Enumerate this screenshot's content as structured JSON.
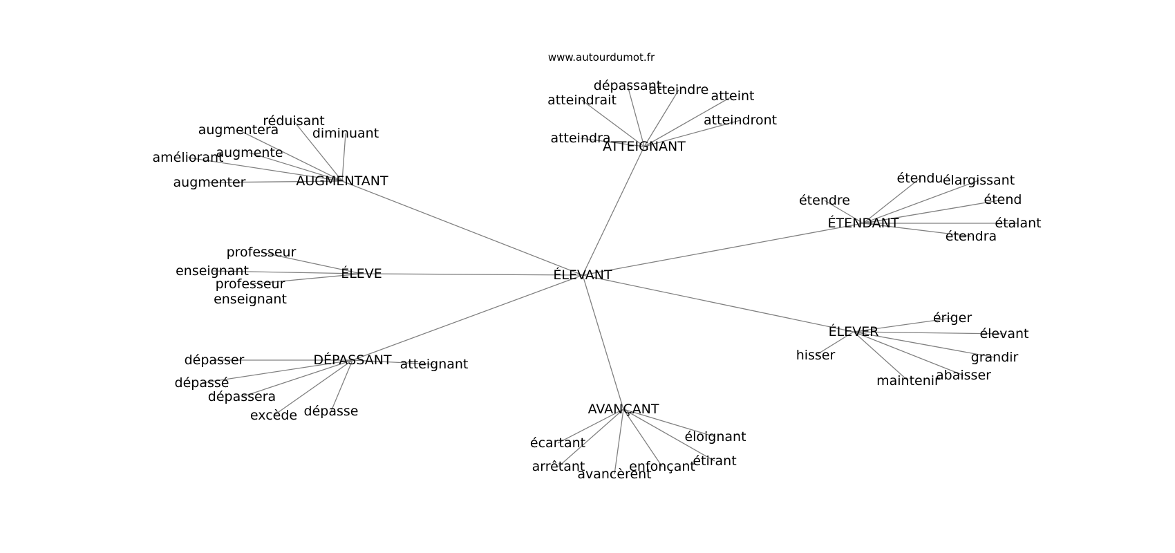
{
  "source": "www.autourdumot.fr",
  "center": "ÉLEVANT",
  "clusters": [
    {
      "label": "AUGMENTANT",
      "leaves": [
        "réduisant",
        "augmentera",
        "diminuant",
        "augmente",
        "améliorant",
        "augmenter"
      ]
    },
    {
      "label": "ATTEIGNANT",
      "leaves": [
        "dépassant",
        "atteindre",
        "atteint",
        "atteindrait",
        "atteindront",
        "atteindra"
      ]
    },
    {
      "label": "ÉTENDANT",
      "leaves": [
        "étendu",
        "élargissant",
        "étendre",
        "étend",
        "étalant",
        "étendra"
      ]
    },
    {
      "label": "ÉLEVE",
      "leaves": [
        "professeur",
        "enseignant",
        "professeur enseignant"
      ]
    },
    {
      "label": "ÉLEVER",
      "leaves": [
        "ériger",
        "élevant",
        "hisser",
        "grandir",
        "abaisser",
        "maintenir"
      ]
    },
    {
      "label": "DÉPASSANT",
      "leaves": [
        "dépasser",
        "atteignant",
        "dépassé",
        "dépassera",
        "excède",
        "dépasse"
      ]
    },
    {
      "label": "AVANÇANT",
      "leaves": [
        "éloignant",
        "écartant",
        "étirant",
        "arrêtant",
        "enfonçant",
        "avancèrent"
      ]
    }
  ]
}
